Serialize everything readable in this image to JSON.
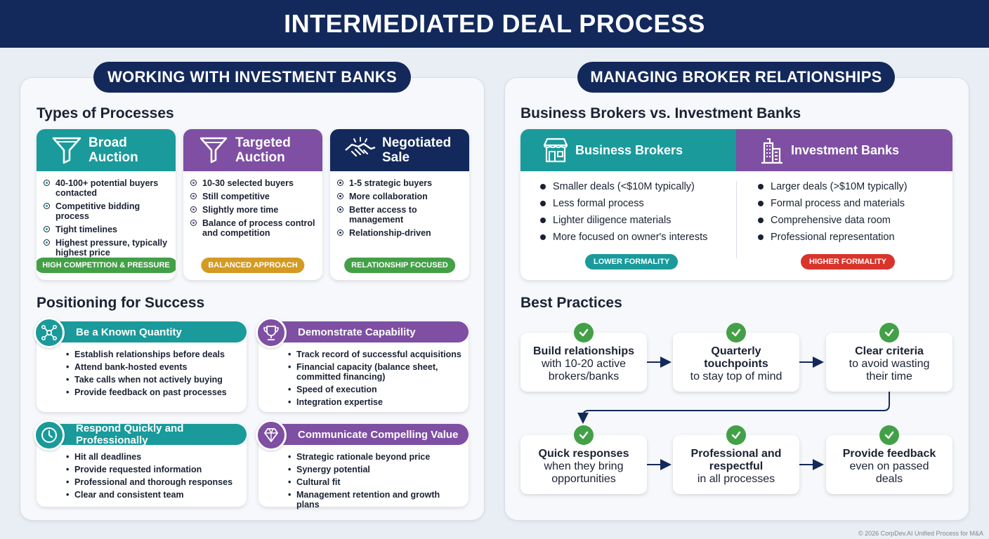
{
  "header": {
    "title": "INTERMEDIATED DEAL PROCESS"
  },
  "left": {
    "title": "WORKING WITH INVESTMENT BANKS",
    "processes_title": "Types of Processes",
    "processes": [
      {
        "title": "Broad\nAuction",
        "icon": "funnel-icon",
        "color": "#1a9a9b",
        "items": [
          "40-100+ potential buyers contacted",
          "Competitive bidding process",
          "Tight timelines",
          "Highest pressure, typically highest price"
        ],
        "badge": "HIGH COMPETITION & PRESSURE",
        "badge_color": "#43a047"
      },
      {
        "title": "Targeted\nAuction",
        "icon": "narrow-funnel-icon",
        "color": "#7e4fa3",
        "items": [
          "10-30 selected buyers",
          "Still competitive",
          "Slightly more time",
          "Balance of process control and competition"
        ],
        "badge": "BALANCED APPROACH",
        "badge_color": "#d49a22"
      },
      {
        "title": "Negotiated\nSale",
        "icon": "handshake-icon",
        "color": "#13295b",
        "items": [
          "1-5 strategic buyers",
          "More collaboration",
          "Better access to management",
          "Relationship-driven"
        ],
        "badge": "RELATIONSHIP FOCUSED",
        "badge_color": "#43a047"
      }
    ],
    "positioning_title": "Positioning for Success",
    "positioning": [
      {
        "title": "Be a Known Quantity",
        "icon": "network-icon",
        "color": "#1a9a9b",
        "items": [
          "Establish relationships before deals",
          "Attend bank-hosted events",
          "Take calls when not actively buying",
          "Provide feedback on past processes"
        ]
      },
      {
        "title": "Demonstrate Capability",
        "icon": "trophy-icon",
        "color": "#7e4fa3",
        "items": [
          "Track record of successful acquisitions",
          "Financial capacity (balance sheet, committed financing)",
          "Speed of execution",
          "Integration expertise"
        ]
      },
      {
        "title": "Respond Quickly and Professionally",
        "icon": "clock-icon",
        "color": "#1a9a9b",
        "items": [
          "Hit all deadlines",
          "Provide requested information",
          "Professional and thorough responses",
          "Clear and consistent team"
        ]
      },
      {
        "title": "Communicate Compelling Value",
        "icon": "diamond-icon",
        "color": "#7e4fa3",
        "items": [
          "Strategic rationale beyond price",
          "Synergy potential",
          "Cultural fit",
          "Management retention and growth plans"
        ]
      }
    ]
  },
  "right": {
    "title": "MANAGING BROKER RELATIONSHIPS",
    "compare_title": "Business Brokers vs. Investment Banks",
    "brokers": {
      "title": "Business Brokers",
      "icon": "storefront-icon",
      "color": "#1a9a9b",
      "items": [
        "Smaller deals (<$10M typically)",
        "Less formal process",
        "Lighter diligence materials",
        "More focused on owner's interests"
      ],
      "badge": "LOWER FORMALITY",
      "badge_color": "#1a9a9b"
    },
    "banks": {
      "title": "Investment Banks",
      "icon": "building-icon",
      "color": "#7e4fa3",
      "items": [
        "Larger deals (>$10M typically)",
        "Formal process and materials",
        "Comprehensive data room",
        "Professional representation"
      ],
      "badge": "HIGHER FORMALITY",
      "badge_color": "#d9342b"
    },
    "practices_title": "Best Practices",
    "practices": [
      {
        "bold": "Build relationships",
        "rest": "with 10-20 active\nbrokers/banks"
      },
      {
        "bold": "Quarterly\ntouchpoints",
        "rest": "to stay top of mind"
      },
      {
        "bold": "Clear criteria",
        "rest": "to avoid wasting\ntheir time"
      },
      {
        "bold": "Quick responses",
        "rest": "when they bring\nopportunities"
      },
      {
        "bold": "Professional and\nrespectful",
        "rest": "in all processes"
      },
      {
        "bold": "Provide feedback",
        "rest": "even on passed\ndeals"
      }
    ]
  },
  "footer": {
    "text": "© 2026 CorpDev.AI Unified Process for M&A"
  },
  "colors": {
    "navy": "#13295b",
    "teal": "#1a9a9b",
    "purple": "#7e4fa3",
    "green": "#43a047",
    "gold": "#d49a22",
    "red": "#d9342b"
  }
}
